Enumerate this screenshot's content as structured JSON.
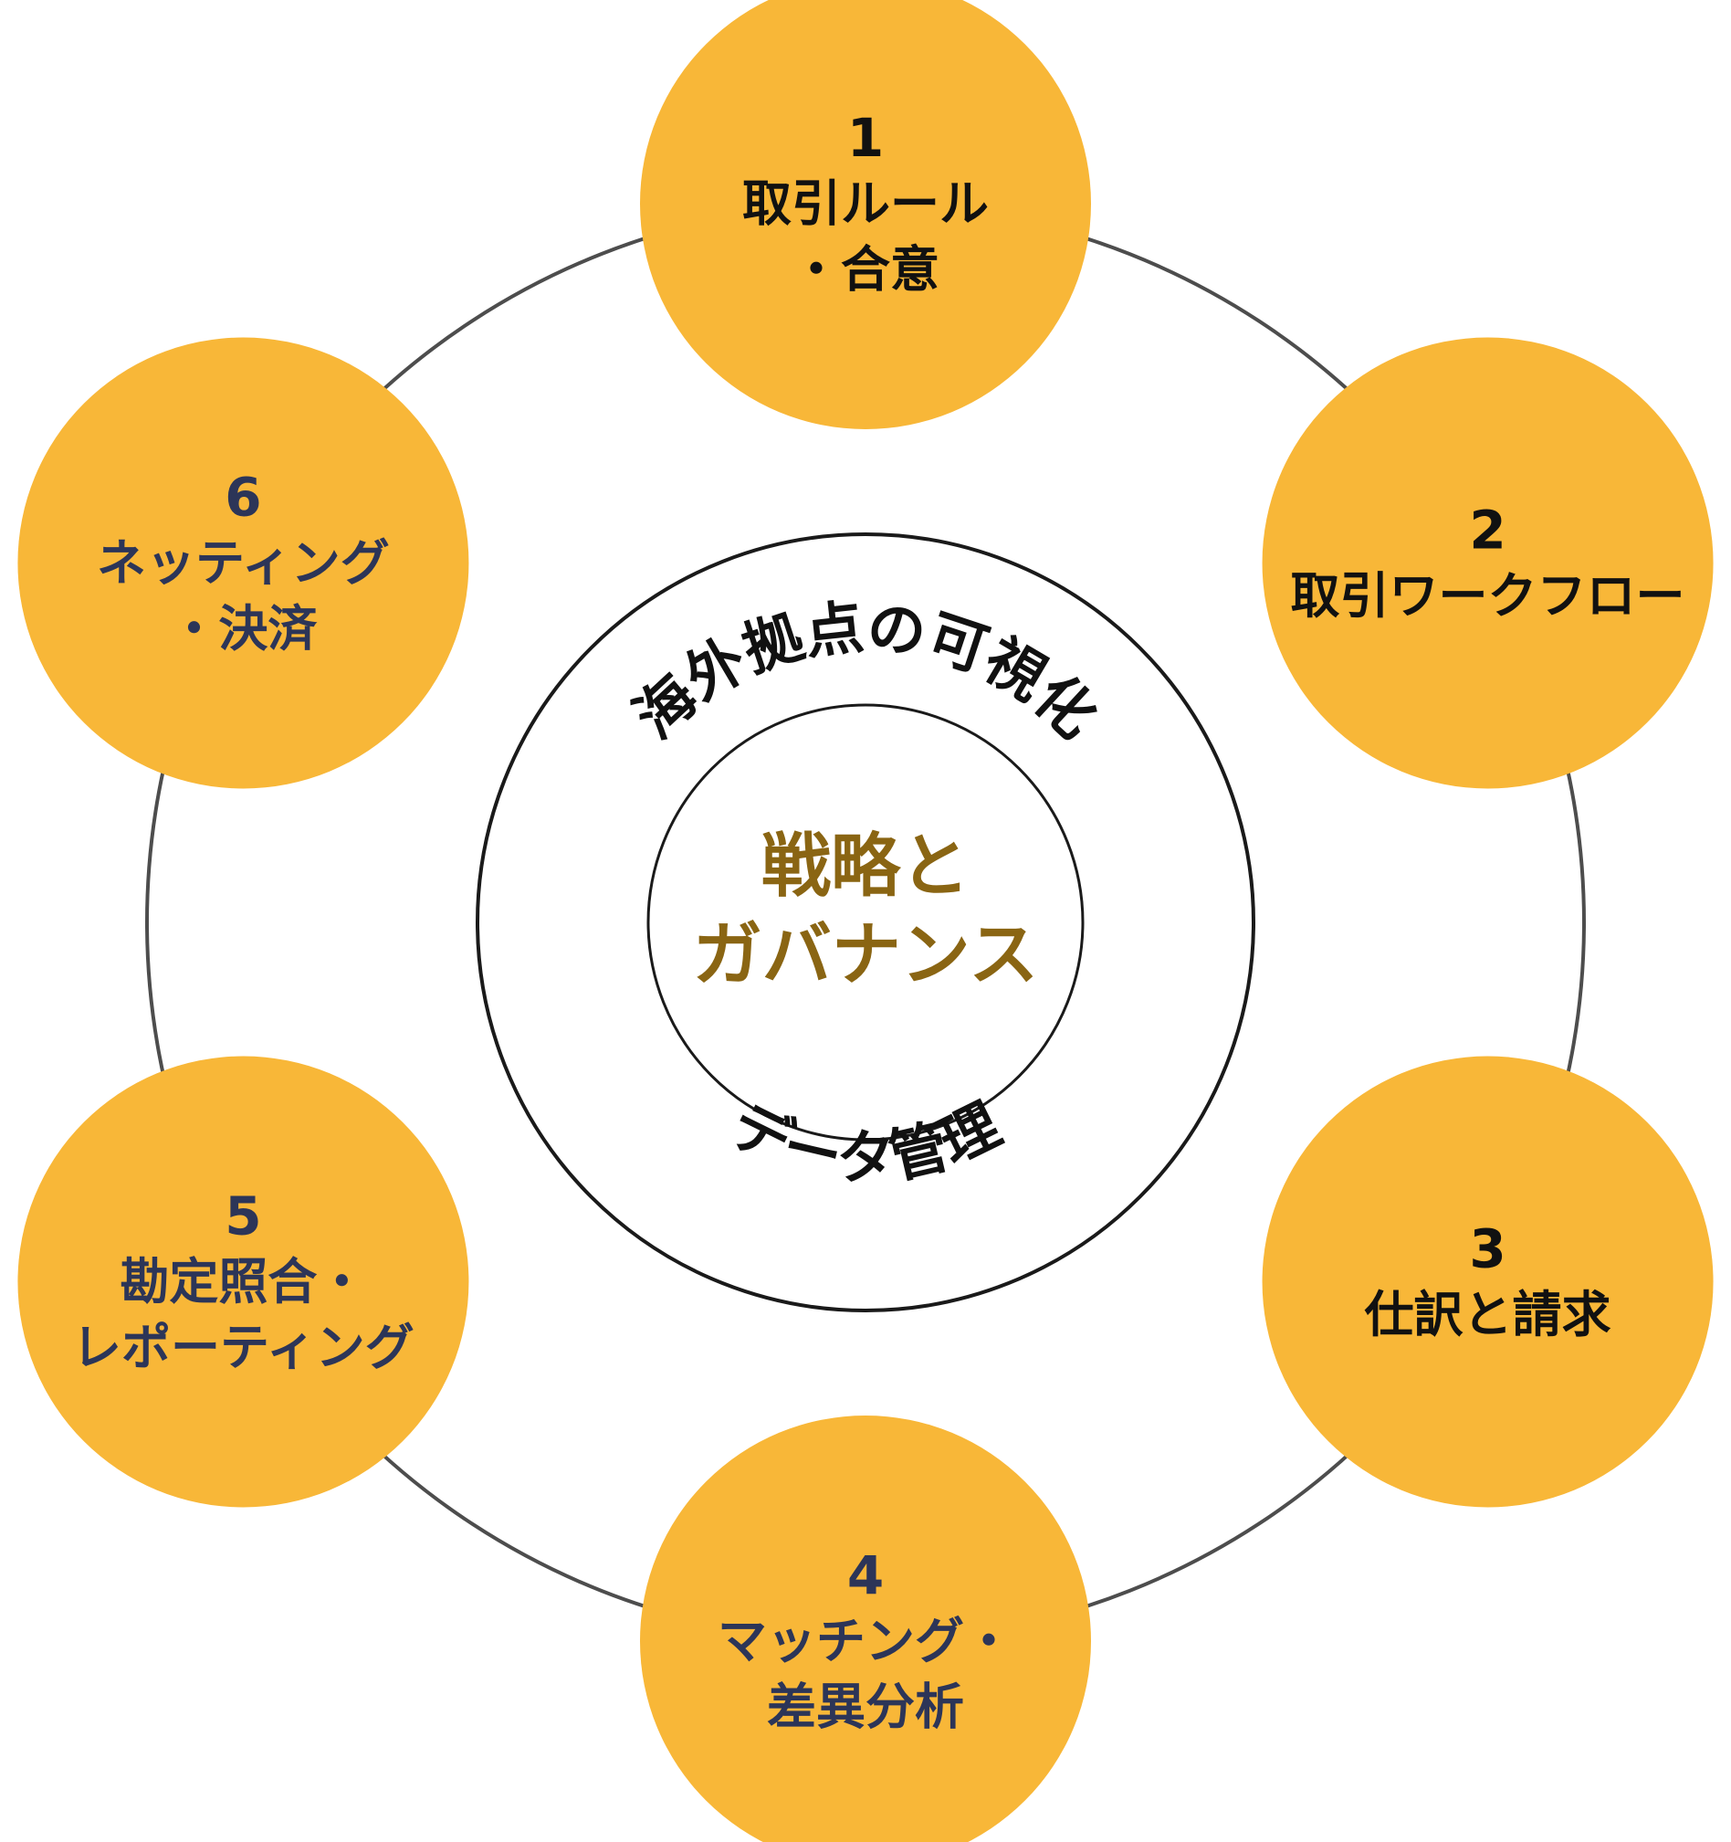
{
  "colors": {
    "node_fill": "#F8B738",
    "text_black": "#111111",
    "text_navy": "#2C3558",
    "center_text": "#8A6513"
  },
  "center": {
    "lines": [
      "戦略と",
      "ガバナンス"
    ]
  },
  "middle_ring": {
    "top_text": "海外拠点の可視化",
    "bottom_text": "データ管理"
  },
  "nodes": [
    {
      "number": "1",
      "lines": [
        "取引ルール",
        "・合意"
      ],
      "text_color": "text_black"
    },
    {
      "number": "2",
      "lines": [
        "取引ワークフロー"
      ],
      "text_color": "text_black"
    },
    {
      "number": "3",
      "lines": [
        "仕訳と請求"
      ],
      "text_color": "text_black"
    },
    {
      "number": "4",
      "lines": [
        "マッチング・",
        "差異分析"
      ],
      "text_color": "text_navy"
    },
    {
      "number": "5",
      "lines": [
        "勘定照合・",
        "レポーティング"
      ],
      "text_color": "text_navy"
    },
    {
      "number": "6",
      "lines": [
        "ネッティング",
        "・決済"
      ],
      "text_color": "text_navy"
    }
  ]
}
